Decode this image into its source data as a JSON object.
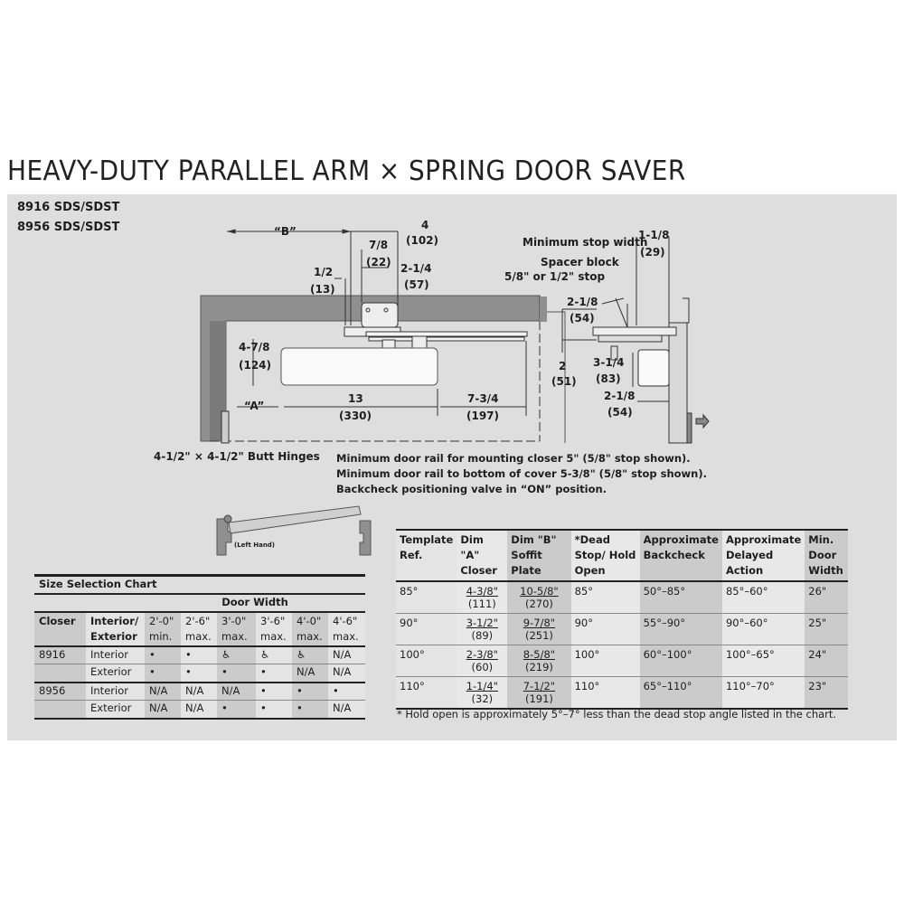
{
  "title": "HEAVY-DUTY PARALLEL ARM × SPRING DOOR SAVER",
  "models": [
    "8916 SDS/SDST",
    "8956 SDS/SDST"
  ],
  "diagram": {
    "dim_b": "“B”",
    "dim_4": "4",
    "dim_4_mm": "(102)",
    "dim_7_8": "7/8",
    "dim_7_8_mm": "(22)",
    "dim_1_2": "1/2",
    "dim_1_2_mm": "(13)",
    "dim_2_1_4": "2-1/4",
    "dim_2_1_4_mm": "(57)",
    "dim_4_7_8": "4-7/8",
    "dim_4_7_8_mm": "(124)",
    "dim_a": "“A”",
    "dim_13": "13",
    "dim_13_mm": "(330)",
    "dim_7_3_4": "7-3/4",
    "dim_7_3_4_mm": "(197)",
    "min_stop_width": "Minimum stop width",
    "dim_1_1_8": "1-1/8",
    "dim_1_1_8_mm": "(29)",
    "spacer_block": "Spacer block",
    "spacer_stop": "5/8\" or 1/2\" stop",
    "dim_2_1_8a": "2-1/8",
    "dim_2_1_8a_mm": "(54)",
    "dim_2": "2",
    "dim_2_mm": "(51)",
    "dim_3_1_4": "3-1/4",
    "dim_3_1_4_mm": "(83)",
    "dim_2_1_8b": "2-1/8",
    "dim_2_1_8b_mm": "(54)",
    "butt_hinges": "4-1/2\" × 4-1/2\" Butt Hinges",
    "left_hand": "(Left Hand)"
  },
  "notes": [
    "Minimum door rail for mounting closer 5\" (5/8\" stop shown).",
    "Minimum door rail to bottom of cover 5-3/8\" (5/8\" stop shown).",
    "Backcheck positioning valve in “ON” position."
  ],
  "size_chart": {
    "caption": "Size Selection Chart",
    "door_width": "Door Width",
    "headers": [
      "Closer",
      "Interior/ Exterior",
      "2'-0\" min.",
      "2'-6\" max.",
      "3'-0\" max.",
      "3'-6\" max.",
      "4'-0\" max.",
      "4'-6\" max."
    ],
    "rows": [
      [
        "8916",
        "Interior",
        "•",
        "•",
        "♿",
        "♿",
        "♿",
        "N/A"
      ],
      [
        "",
        "Exterior",
        "•",
        "•",
        "•",
        "•",
        "N/A",
        "N/A"
      ],
      [
        "8956",
        "Interior",
        "N/A",
        "N/A",
        "N/A",
        "•",
        "•",
        "•"
      ],
      [
        "",
        "Exterior",
        "N/A",
        "N/A",
        "•",
        "•",
        "•",
        "N/A"
      ]
    ]
  },
  "spec_table": {
    "headers": [
      "Template Ref.",
      "Dim \"A\" Closer",
      "Dim \"B\" Soffit Plate",
      "*Dead Stop/ Hold Open",
      "Approximate Backcheck",
      "Approximate Delayed Action",
      "Min. Door Width"
    ],
    "rows": [
      {
        "ref": "85°",
        "a": "4-3/8\"",
        "a_mm": "(111)",
        "b": "10-5/8\"",
        "b_mm": "(270)",
        "stop": "85°",
        "backcheck": "50°–85°",
        "delayed": "85°–60°",
        "min": "26\""
      },
      {
        "ref": "90°",
        "a": "3-1/2\"",
        "a_mm": "(89)",
        "b": "9-7/8\"",
        "b_mm": "(251)",
        "stop": "90°",
        "backcheck": "55°–90°",
        "delayed": "90°–60°",
        "min": "25\""
      },
      {
        "ref": "100°",
        "a": "2-3/8\"",
        "a_mm": "(60)",
        "b": "8-5/8\"",
        "b_mm": "(219)",
        "stop": "100°",
        "backcheck": "60°–100°",
        "delayed": "100°–65°",
        "min": "24\""
      },
      {
        "ref": "110°",
        "a": "1-1/4\"",
        "a_mm": "(32)",
        "b": "7-1/2\"",
        "b_mm": "(191)",
        "stop": "110°",
        "backcheck": "65°–110°",
        "delayed": "110°–70°",
        "min": "23\""
      }
    ],
    "footnote": "* Hold open is approximately 5°–7° less than the dead stop angle listed in the chart."
  }
}
